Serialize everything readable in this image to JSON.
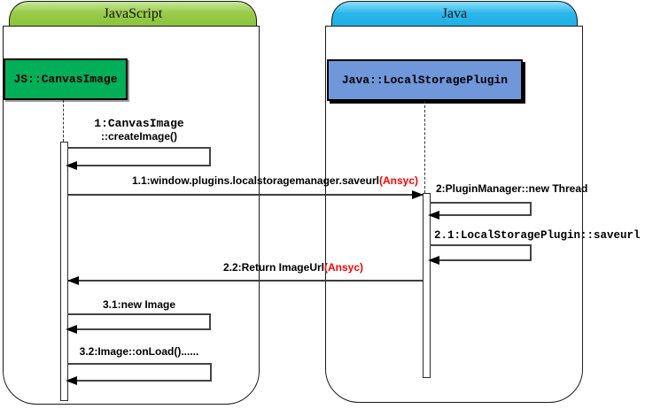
{
  "diagram": {
    "type": "uml-sequence-diagram",
    "frames": {
      "javascript": {
        "title": "JavaScript"
      },
      "java": {
        "title": "Java"
      }
    },
    "objects": {
      "canvas_image": {
        "label": "JS::CanvasImage"
      },
      "local_storage_plugin": {
        "label": "Java::LocalStoragePlugin"
      }
    },
    "messages": {
      "m1": {
        "line1": "1:CanvasImage",
        "line2": "::createImage()"
      },
      "m1_1": {
        "text": "1.1:window.plugins.localstoragemanager.saveurl",
        "async_tag": "(Ansyc)"
      },
      "m2": {
        "text": "2:PluginManager::new Thread"
      },
      "m2_1": {
        "text": "2.1:LocalStoragePlugin::saveurl"
      },
      "m2_2": {
        "text": "2.2:Return ImageUrl",
        "async_tag": "(Ansyc)"
      },
      "m3_1": {
        "text": "3.1:new Image"
      },
      "m3_2": {
        "text": "3.2:Image::onLoad()......"
      }
    },
    "colors": {
      "js_frame_header": "#9acb49",
      "java_frame_header": "#2ab7eb",
      "js_object_fill": "#00af58",
      "java_object_fill": "#7097da",
      "async_text": "#ff0000",
      "line": "#3d3d3d"
    }
  }
}
